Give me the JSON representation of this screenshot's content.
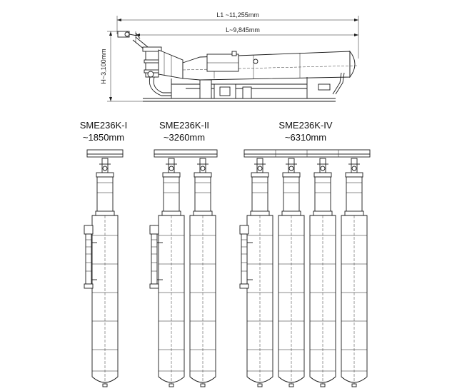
{
  "dimensions": {
    "l1": "L1 ~11,255mm",
    "l": "L~9,845mm",
    "h": "H~3,100mm"
  },
  "groups": [
    {
      "model": "SME236K-I",
      "length": "~1850mm",
      "vessels": 1
    },
    {
      "model": "SME236K-II",
      "length": "~3260mm",
      "vessels": 2
    },
    {
      "model": "SME236K-IV",
      "length": "~6310mm",
      "vessels": 4
    }
  ],
  "colors": {
    "line": "#1a1a1a",
    "background": "#ffffff"
  }
}
